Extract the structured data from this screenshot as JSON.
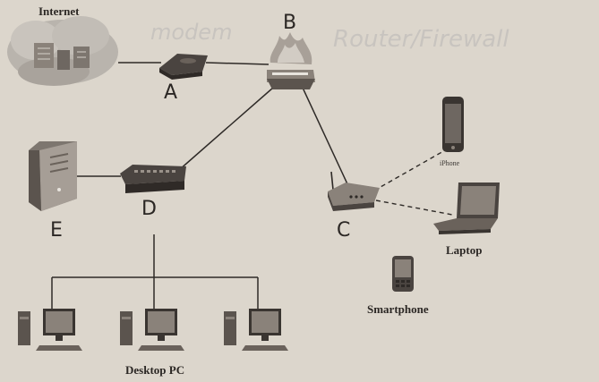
{
  "diagram": {
    "handwriting": {
      "modem_note": "modem",
      "router_note": "Router/Firewall"
    },
    "nodes": {
      "internet": {
        "caption": "Internet"
      },
      "modem": {
        "letter": "A"
      },
      "router_firewall": {
        "letter": "B"
      },
      "wireless_access_point": {
        "letter": "C"
      },
      "switch": {
        "letter": "D"
      },
      "server": {
        "letter": "E"
      },
      "iphone": {
        "caption": "iPhone"
      },
      "laptop": {
        "caption": "Laptop"
      },
      "smartphone": {
        "caption": "Smartphone"
      },
      "desktops": {
        "caption": "Desktop PC"
      }
    },
    "colors": {
      "paper": "#dcd6cc",
      "ink": "#2b2724",
      "device_dark": "#4a4440",
      "device_mid": "#8a827a",
      "highlight": "#e8e4de"
    }
  }
}
